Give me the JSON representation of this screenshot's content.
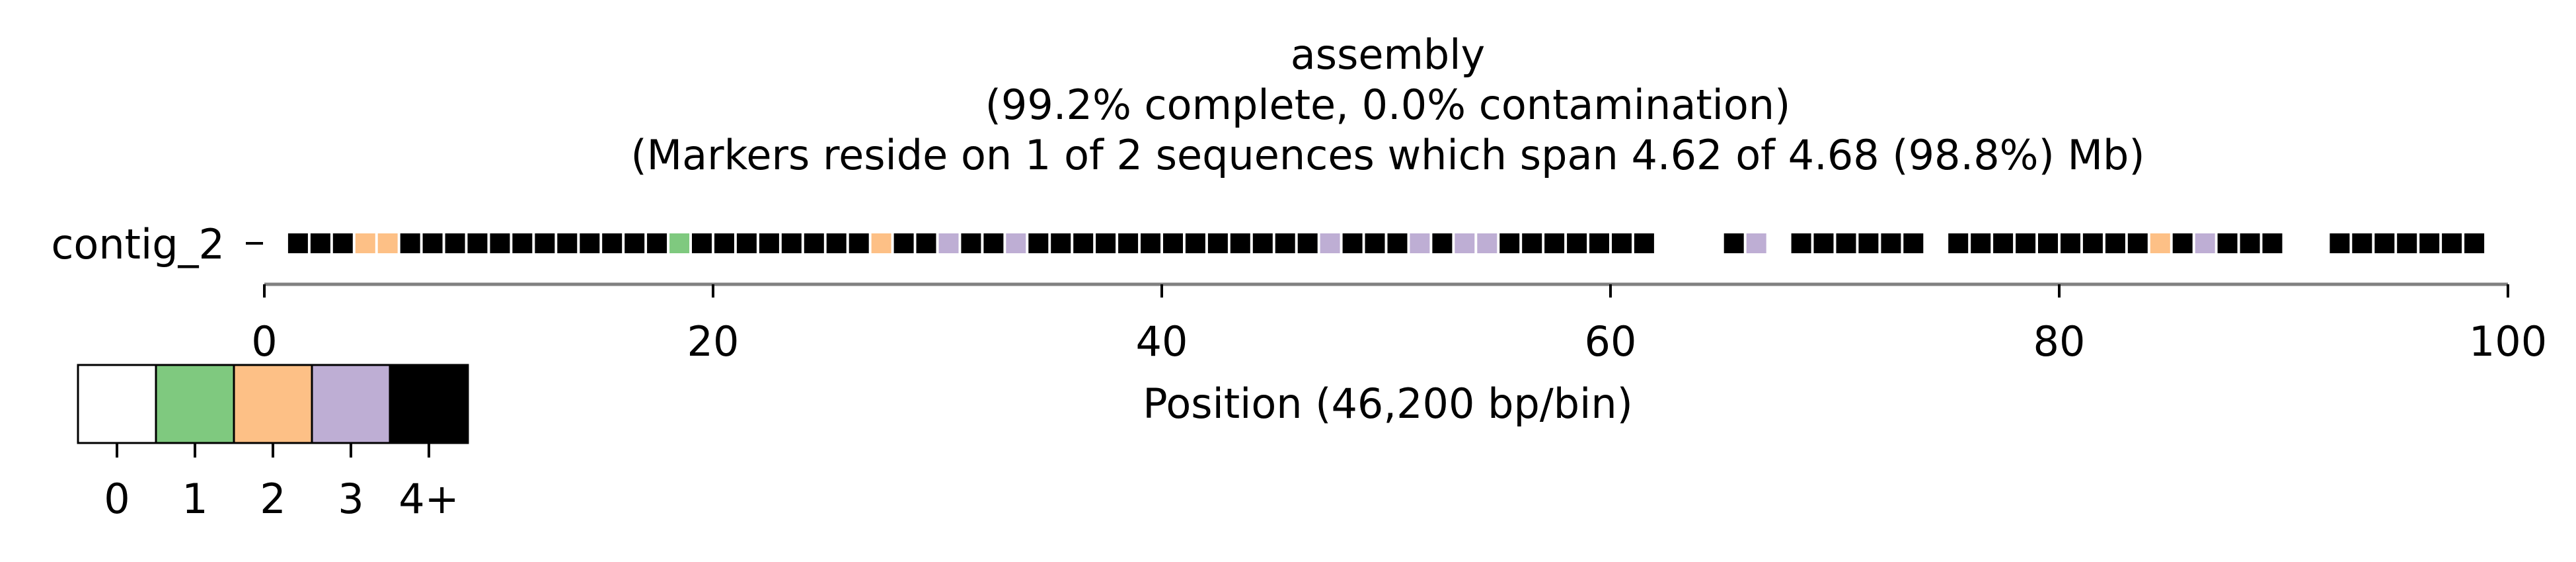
{
  "chart_data": {
    "type": "heatmap",
    "title_lines": [
      "assembly",
      "(99.2% complete, 0.0% contamination)",
      "(Markers reside on 1 of 2 sequences which span 4.62 of 4.68 (98.8%) Mb)"
    ],
    "xlabel": "Position (46,200 bp/bin)",
    "xlim": [
      0,
      100
    ],
    "xticks": [
      0,
      20,
      40,
      60,
      80,
      100
    ],
    "row_label": "contig_2",
    "legend": {
      "labels": [
        "0",
        "1",
        "2",
        "3",
        "4+"
      ],
      "colors": [
        "#ffffff",
        "#7fc97f",
        "#fdc086",
        "#beaed4",
        "#000000"
      ]
    },
    "bins": [
      {
        "x": 1,
        "v": 4
      },
      {
        "x": 2,
        "v": 4
      },
      {
        "x": 3,
        "v": 4
      },
      {
        "x": 4,
        "v": 2
      },
      {
        "x": 5,
        "v": 2
      },
      {
        "x": 6,
        "v": 4
      },
      {
        "x": 7,
        "v": 4
      },
      {
        "x": 8,
        "v": 4
      },
      {
        "x": 9,
        "v": 4
      },
      {
        "x": 10,
        "v": 4
      },
      {
        "x": 11,
        "v": 4
      },
      {
        "x": 12,
        "v": 4
      },
      {
        "x": 13,
        "v": 4
      },
      {
        "x": 14,
        "v": 4
      },
      {
        "x": 15,
        "v": 4
      },
      {
        "x": 16,
        "v": 4
      },
      {
        "x": 17,
        "v": 4
      },
      {
        "x": 18,
        "v": 1
      },
      {
        "x": 19,
        "v": 4
      },
      {
        "x": 20,
        "v": 4
      },
      {
        "x": 21,
        "v": 4
      },
      {
        "x": 22,
        "v": 4
      },
      {
        "x": 23,
        "v": 4
      },
      {
        "x": 24,
        "v": 4
      },
      {
        "x": 25,
        "v": 4
      },
      {
        "x": 26,
        "v": 4
      },
      {
        "x": 27,
        "v": 2
      },
      {
        "x": 28,
        "v": 4
      },
      {
        "x": 29,
        "v": 4
      },
      {
        "x": 30,
        "v": 3
      },
      {
        "x": 31,
        "v": 4
      },
      {
        "x": 32,
        "v": 4
      },
      {
        "x": 33,
        "v": 3
      },
      {
        "x": 34,
        "v": 4
      },
      {
        "x": 35,
        "v": 4
      },
      {
        "x": 36,
        "v": 4
      },
      {
        "x": 37,
        "v": 4
      },
      {
        "x": 38,
        "v": 4
      },
      {
        "x": 39,
        "v": 4
      },
      {
        "x": 40,
        "v": 4
      },
      {
        "x": 41,
        "v": 4
      },
      {
        "x": 42,
        "v": 4
      },
      {
        "x": 43,
        "v": 4
      },
      {
        "x": 44,
        "v": 4
      },
      {
        "x": 45,
        "v": 4
      },
      {
        "x": 46,
        "v": 4
      },
      {
        "x": 47,
        "v": 3
      },
      {
        "x": 48,
        "v": 4
      },
      {
        "x": 49,
        "v": 4
      },
      {
        "x": 50,
        "v": 4
      },
      {
        "x": 51,
        "v": 3
      },
      {
        "x": 52,
        "v": 4
      },
      {
        "x": 53,
        "v": 3
      },
      {
        "x": 54,
        "v": 3
      },
      {
        "x": 55,
        "v": 4
      },
      {
        "x": 56,
        "v": 4
      },
      {
        "x": 57,
        "v": 4
      },
      {
        "x": 58,
        "v": 4
      },
      {
        "x": 59,
        "v": 4
      },
      {
        "x": 60,
        "v": 4
      },
      {
        "x": 61,
        "v": 4
      },
      {
        "x": 65,
        "v": 4
      },
      {
        "x": 66,
        "v": 3
      },
      {
        "x": 68,
        "v": 4
      },
      {
        "x": 69,
        "v": 4
      },
      {
        "x": 70,
        "v": 4
      },
      {
        "x": 71,
        "v": 4
      },
      {
        "x": 72,
        "v": 4
      },
      {
        "x": 73,
        "v": 4
      },
      {
        "x": 75,
        "v": 4
      },
      {
        "x": 76,
        "v": 4
      },
      {
        "x": 77,
        "v": 4
      },
      {
        "x": 78,
        "v": 4
      },
      {
        "x": 79,
        "v": 4
      },
      {
        "x": 80,
        "v": 4
      },
      {
        "x": 81,
        "v": 4
      },
      {
        "x": 82,
        "v": 4
      },
      {
        "x": 83,
        "v": 4
      },
      {
        "x": 84,
        "v": 2
      },
      {
        "x": 85,
        "v": 4
      },
      {
        "x": 86,
        "v": 3
      },
      {
        "x": 87,
        "v": 4
      },
      {
        "x": 88,
        "v": 4
      },
      {
        "x": 89,
        "v": 4
      },
      {
        "x": 92,
        "v": 4
      },
      {
        "x": 93,
        "v": 4
      },
      {
        "x": 94,
        "v": 4
      },
      {
        "x": 95,
        "v": 4
      },
      {
        "x": 96,
        "v": 4
      },
      {
        "x": 97,
        "v": 4
      },
      {
        "x": 98,
        "v": 4
      }
    ]
  }
}
